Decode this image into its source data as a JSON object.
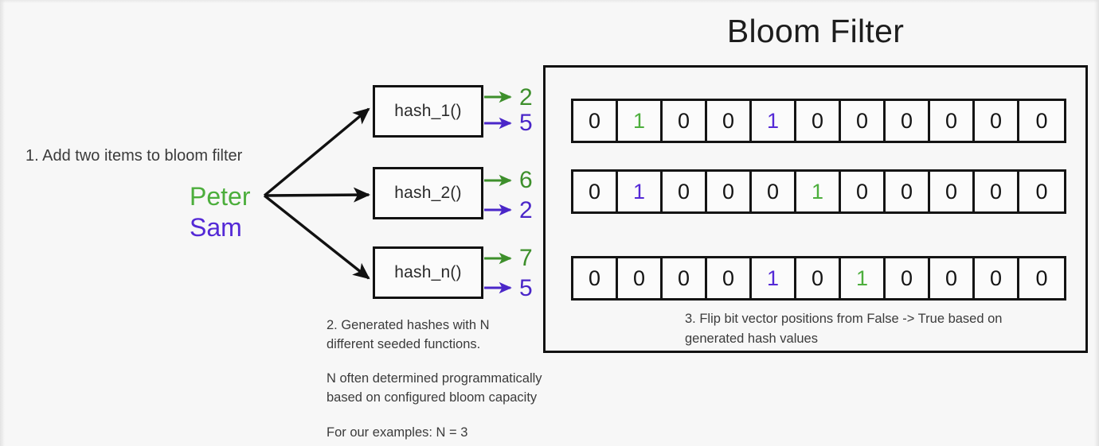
{
  "title": "Bloom Filter",
  "colors": {
    "green": "#4cae3c",
    "purple": "#5429d6",
    "arrow_green": "#3d8f2b",
    "arrow_purple": "#4a26c8",
    "ink": "#121212",
    "background": "#f7f7f7"
  },
  "steps": {
    "step1": "1. Add two items to bloom filter",
    "step2": "2. Generated hashes with N different seeded functions.",
    "step3": "3. Flip bit vector positions from False -> True based on generated hash values",
    "n_detail": "N often determined programmatically based on configured bloom capacity",
    "n_example": "For our examples: N = 3"
  },
  "items": [
    {
      "label": "Peter",
      "color_name": "green"
    },
    {
      "label": "Sam",
      "color_name": "purple"
    }
  ],
  "hash_functions": [
    {
      "name": "hash_1()",
      "outputs": [
        {
          "value": "2",
          "color_name": "green"
        },
        {
          "value": "5",
          "color_name": "purple"
        }
      ]
    },
    {
      "name": "hash_2()",
      "outputs": [
        {
          "value": "6",
          "color_name": "green"
        },
        {
          "value": "2",
          "color_name": "purple"
        }
      ]
    },
    {
      "name": "hash_n()",
      "outputs": [
        {
          "value": "7",
          "color_name": "green"
        },
        {
          "value": "5",
          "color_name": "purple"
        }
      ]
    }
  ],
  "bit_vectors": [
    {
      "name": "bit-vector-hash-1",
      "length": 11,
      "bits": [
        "0",
        "1",
        "0",
        "0",
        "1",
        "0",
        "0",
        "0",
        "0",
        "0",
        "0"
      ],
      "bit_colors": [
        "default",
        "green",
        "default",
        "default",
        "purple",
        "default",
        "default",
        "default",
        "default",
        "default",
        "default"
      ]
    },
    {
      "name": "bit-vector-hash-2",
      "length": 11,
      "bits": [
        "0",
        "1",
        "0",
        "0",
        "0",
        "1",
        "0",
        "0",
        "0",
        "0",
        "0"
      ],
      "bit_colors": [
        "default",
        "purple",
        "default",
        "default",
        "default",
        "green",
        "default",
        "default",
        "default",
        "default",
        "default"
      ]
    },
    {
      "name": "bit-vector-hash-n",
      "length": 11,
      "bits": [
        "0",
        "0",
        "0",
        "0",
        "1",
        "0",
        "1",
        "0",
        "0",
        "0",
        "0"
      ],
      "bit_colors": [
        "default",
        "default",
        "default",
        "default",
        "purple",
        "default",
        "green",
        "default",
        "default",
        "default",
        "default"
      ]
    }
  ]
}
